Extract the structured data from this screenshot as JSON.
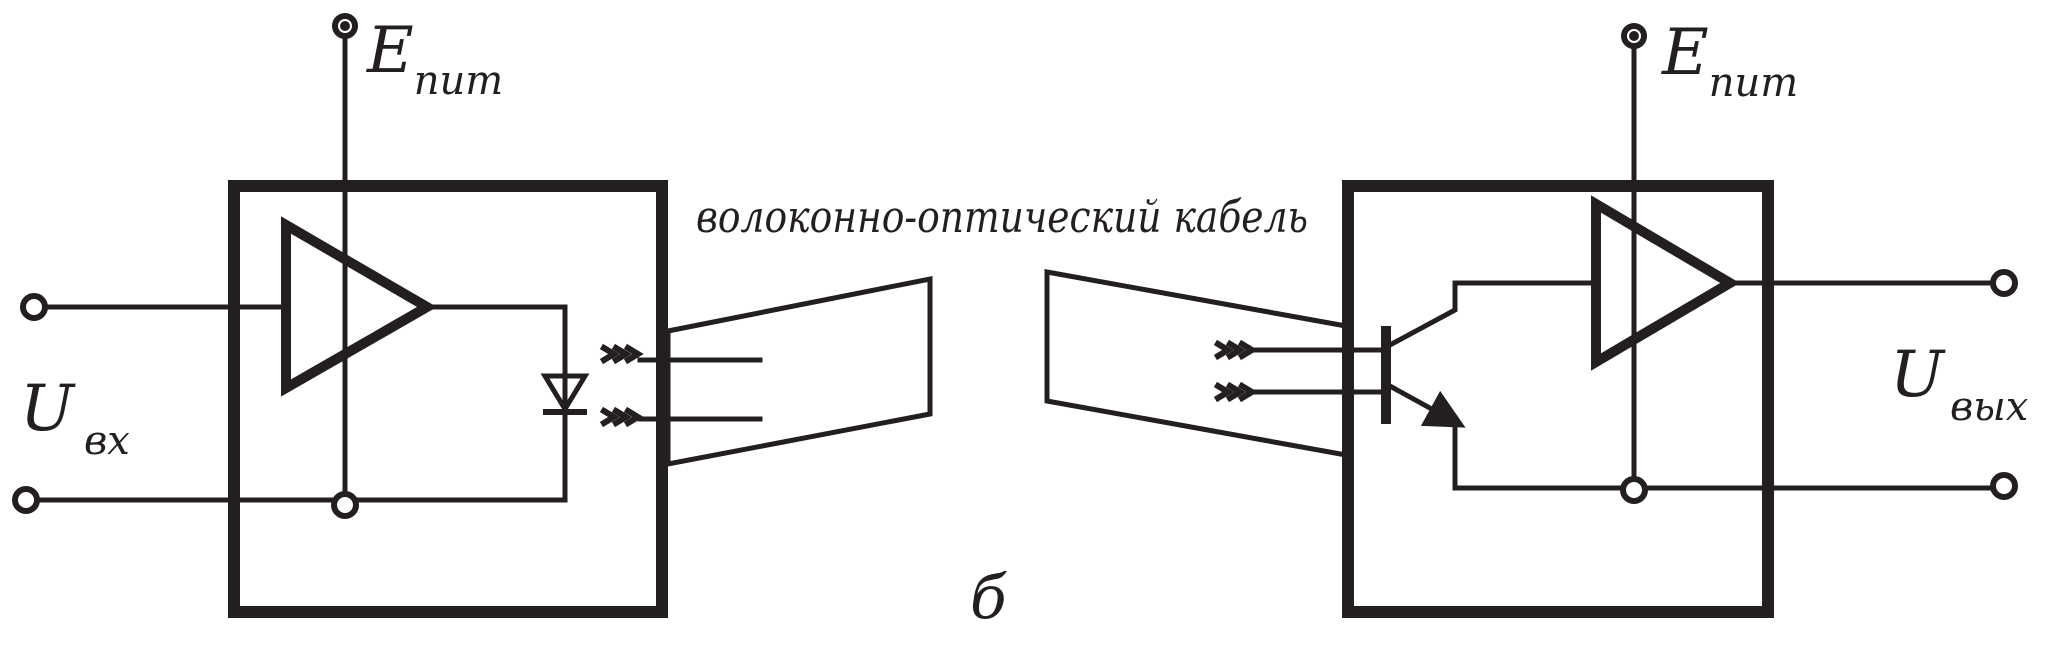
{
  "diagram": {
    "left_supply": {
      "main": "E",
      "sub": "пит"
    },
    "right_supply": {
      "main": "E",
      "sub": "пит"
    },
    "input_voltage": {
      "main": "U",
      "sub": "вх"
    },
    "output_voltage": {
      "main": "U",
      "sub": "вых"
    },
    "cable_label": "волоконно-оптический кабель",
    "figure_letter": "б"
  },
  "colors": {
    "ink": "#231f20",
    "background": "#ffffff"
  }
}
